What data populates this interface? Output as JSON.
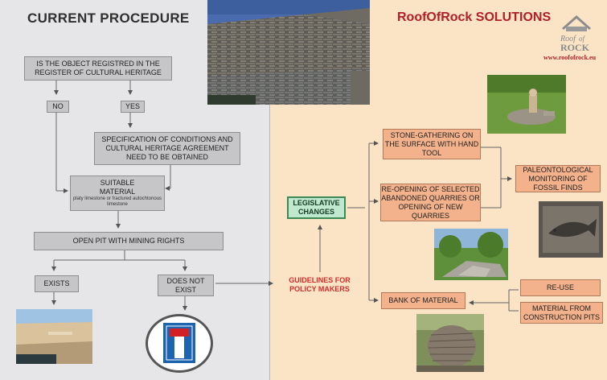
{
  "left_title": "CURRENT PROCEDURE",
  "right_title": "RoofOfRock SOLUTIONS",
  "logo": {
    "line1": "Roof",
    "line2": "of",
    "line3": "ROCK"
  },
  "website": "www.roofofrock.eu",
  "left_flow": {
    "question": "IS THE OBJECT REGISTRED  IN THE REGISTER OF CULTURAL HERITAGE",
    "no": "NO",
    "yes": "YES",
    "specification": "SPECIFICATION OF CONDITIONS AND CULTURAL HERITAGE AGREEMENT NEED TO BE OBTAINED",
    "suitable_title": "SUITABLE MATERIAL",
    "suitable_sub": "platy limestone or fractured autochtonous limestone",
    "open_pit": "OPEN PIT  WITH MINING RIGHTS",
    "exists": "EXISTS",
    "does_not_exist": "DOES NOT EXIST"
  },
  "right_flow": {
    "guidelines": "GUIDELINES FOR POLICY MAKERS",
    "legislative": "LEGISLATIVE CHANGES",
    "stone_gathering": "STONE-GATHERING ON THE SURFACE WITH HAND TOOL",
    "reopening": "RE-OPENING OF SELECTED ABANDONED QUARRIES OR OPENING OF NEW QUARRIES",
    "paleo": "PALEONTOLOGICAL MONITORING OF FOSSIL FINDS",
    "bank": "BANK OF MATERIAL",
    "reuse": "RE-USE",
    "construction": "MATERIAL FROM CONSTRUCTION PITS"
  },
  "colors": {
    "left_bg": "#e6e6e8",
    "right_bg": "#fbe3c6",
    "gray_box": "#c6c6c8",
    "orange_box": "#f3b28b",
    "green_box": "#bfe8cf",
    "brand_red": "#b21f24",
    "guideline_red": "#d12e2a",
    "arrow": "#555555"
  },
  "icons": [
    "dead-end-road-sign-icon",
    "roofofrock-logo"
  ]
}
